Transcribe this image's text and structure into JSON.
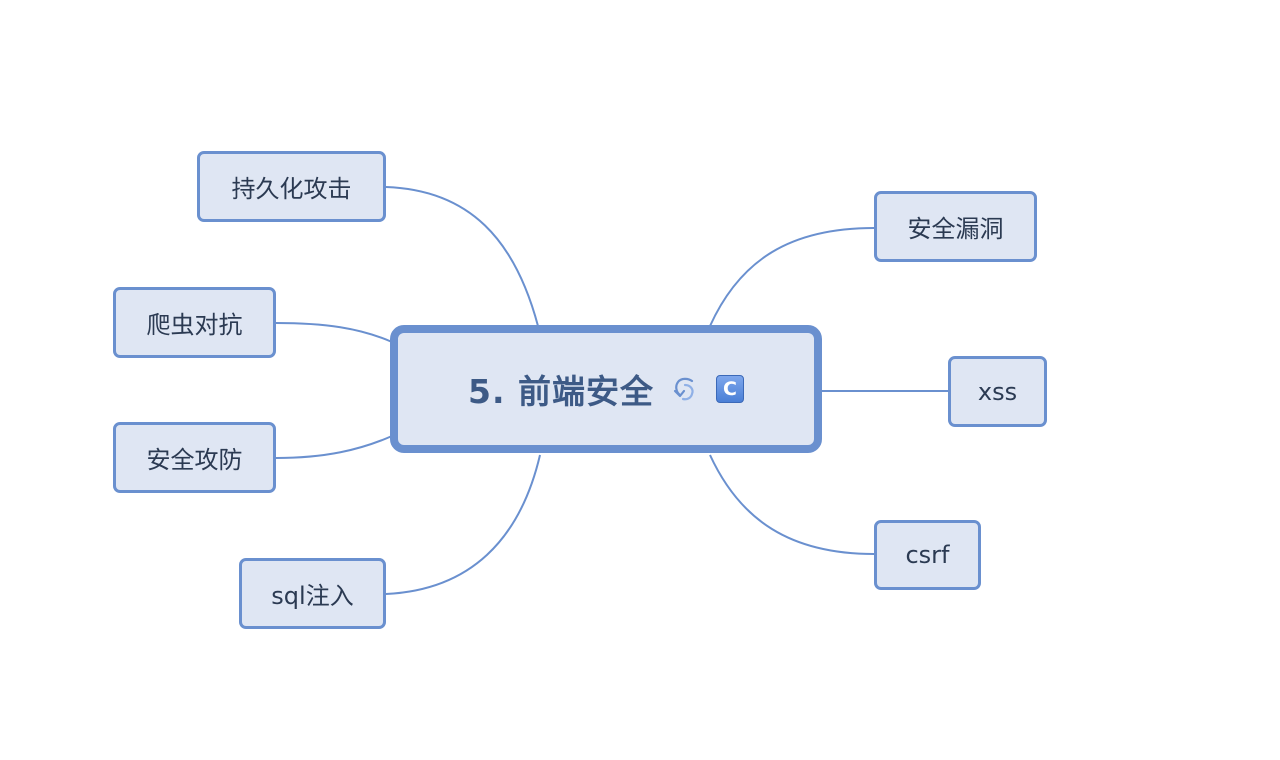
{
  "center": {
    "title": "5. 前端安全",
    "badge": "C",
    "icons": [
      "refresh-icon",
      "c-badge-icon"
    ]
  },
  "left_nodes": [
    {
      "label": "持久化攻击"
    },
    {
      "label": "爬虫对抗"
    },
    {
      "label": "安全攻防"
    },
    {
      "label": "sql注入"
    }
  ],
  "right_nodes": [
    {
      "label": "安全漏洞"
    },
    {
      "label": "xss"
    },
    {
      "label": "csrf"
    }
  ],
  "colors": {
    "node_fill": "#dfe6f3",
    "node_border": "#6a90cf",
    "connector": "#6a90cf",
    "center_text": "#3d5a86",
    "node_text": "#2b3a52"
  }
}
